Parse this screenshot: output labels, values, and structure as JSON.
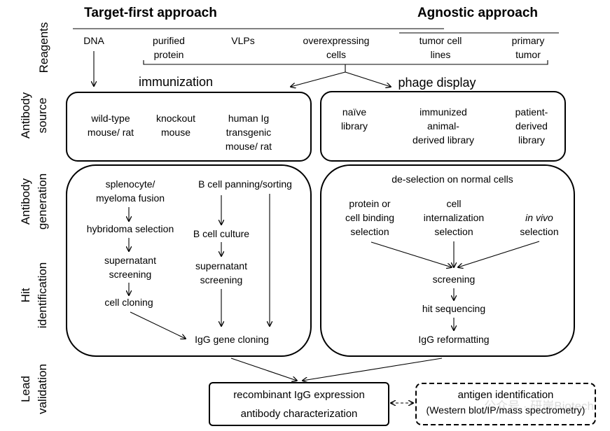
{
  "headers": {
    "target_first": "Target-first approach",
    "agnostic": "Agnostic approach"
  },
  "row_labels": {
    "reagents": "Reagents",
    "antibody_source_1": "Antibody",
    "antibody_source_2": "source",
    "antibody_generation_1": "Antibody",
    "antibody_generation_2": "generation",
    "hit_identification_1": "Hit",
    "hit_identification_2": "identification",
    "lead_validation_1": "Lead",
    "lead_validation_2": "validation"
  },
  "reagents": {
    "dna": "DNA",
    "purified_protein_1": "purified",
    "purified_protein_2": "protein",
    "vlps": "VLPs",
    "overexpressing_cells_1": "overexpressing",
    "overexpressing_cells_2": "cells",
    "tumor_cell_lines_1": "tumor cell",
    "tumor_cell_lines_2": "lines",
    "primary_tumor_1": "primary",
    "primary_tumor_2": "tumor"
  },
  "routes": {
    "immunization": "immunization",
    "phage_display": "phage display"
  },
  "source_left": {
    "wildtype_1": "wild-type",
    "wildtype_2": "mouse/ rat",
    "knockout_1": "knockout",
    "knockout_2": "mouse",
    "human_ig_1": "human Ig",
    "human_ig_2": "transgenic",
    "human_ig_3": "mouse/ rat"
  },
  "source_right": {
    "naive_1": "naïve",
    "naive_2": "library",
    "immunized_1": "immunized",
    "immunized_2": "animal-",
    "immunized_3": "derived library",
    "patient_1": "patient-",
    "patient_2": "derived",
    "patient_3": "library"
  },
  "generation_left": {
    "fusion_1": "splenocyte/",
    "fusion_2": "myeloma fusion",
    "hybridoma": "hybridoma selection",
    "supernatant_a_1": "supernatant",
    "supernatant_a_2": "screening",
    "cell_cloning": "cell cloning",
    "panning": "B cell panning/sorting",
    "culture": "B cell culture",
    "supernatant_b_1": "supernatant",
    "supernatant_b_2": "screening",
    "igg_cloning": "IgG gene cloning"
  },
  "generation_right": {
    "deselection": "de-selection on normal cells",
    "protein_sel_1": "protein or",
    "protein_sel_2": "cell binding",
    "protein_sel_3": "selection",
    "intern_sel_1": "cell",
    "intern_sel_2": "internalization",
    "intern_sel_3": "selection",
    "invivo_sel_1": "in vivo",
    "invivo_sel_2": "selection",
    "screening": "screening",
    "hit_seq": "hit sequencing",
    "reformatting": "IgG reformatting"
  },
  "lead": {
    "expression": "recombinant IgG expression",
    "characterization": "antibody characterization",
    "antigen_id_1": "antigen identification",
    "antigen_id_2": "(Western blot/IP/mass spectrometry)"
  },
  "watermark": "公众号 · 研岸Biotech"
}
